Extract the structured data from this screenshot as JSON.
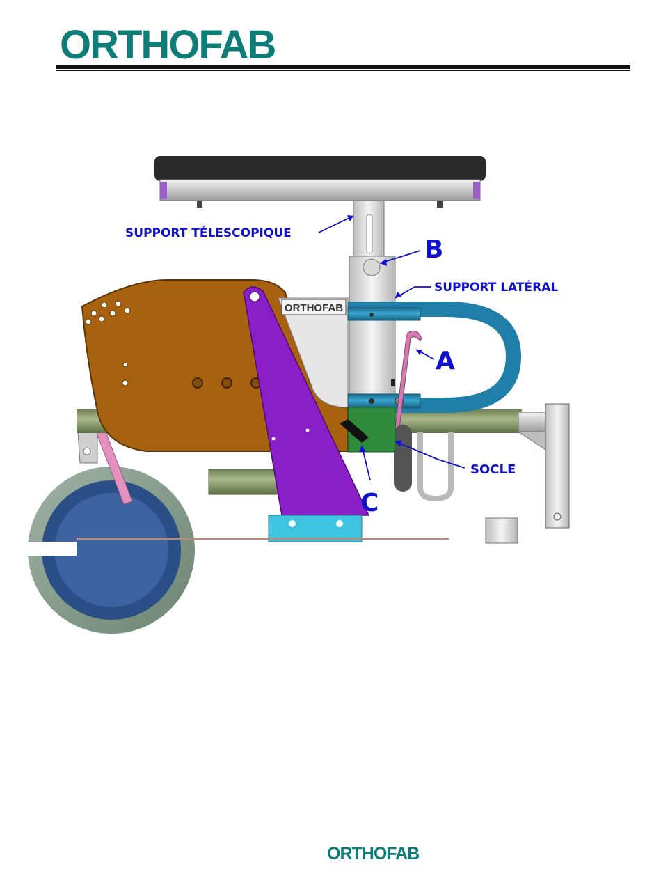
{
  "header": {
    "logo_text": "ORTHOFAB"
  },
  "footer": {
    "logo_text": "ORTHOFAB"
  },
  "diagram": {
    "plate_logo_text": "ORTHOFAB",
    "labels": {
      "support_telescopique": "SUPPORT TÉLESCOPIQUE",
      "b": "B",
      "support_lateral": "SUPPORT LATÉRAL",
      "a": "A",
      "socle": "SOCLE",
      "c": "C"
    }
  },
  "colors": {
    "brand_teal": "#0e7d78",
    "callout_blue": "#1111cc",
    "side_plate_brown": "#a8610f",
    "strut_purple": "#8a1fc8",
    "clamp_blue": "#1f7fa8",
    "base_green": "#2e8b3c",
    "tube_olive": "#7c9060",
    "lever_pink": "#d27ab0"
  }
}
